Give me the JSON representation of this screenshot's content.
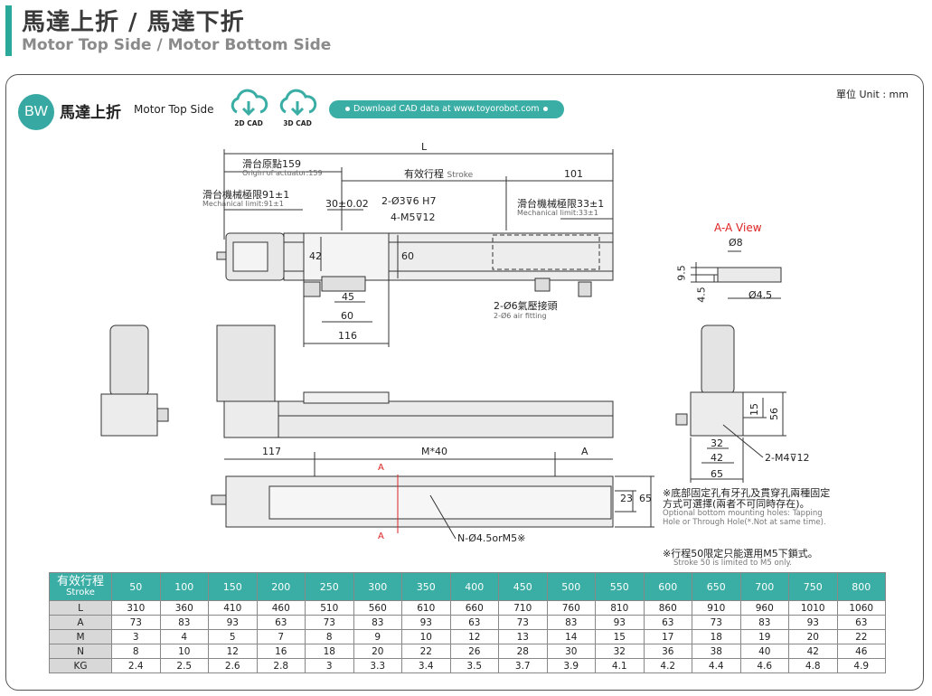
{
  "header": {
    "title_zh": "馬達上折 / 馬達下折",
    "title_en": "Motor Top Side / Motor Bottom Side"
  },
  "panel": {
    "unit": "單位 Unit : mm",
    "badge": "BW",
    "model_zh": "馬達上折",
    "model_en": "Motor Top Side",
    "cad_2d": "2D CAD",
    "cad_3d": "3D CAD",
    "download": "Download CAD data at www.toyorobot.com"
  },
  "dims": {
    "L": "L",
    "origin_zh": "滑台原點159",
    "origin_en": "Origin of actuator:159",
    "stroke_zh": "有效行程",
    "stroke_en": "Stroke",
    "d101": "101",
    "mech_left_zh": "滑台機械極限91±1",
    "mech_left_en": "Mechanical limit:91±1",
    "mech_right_zh": "滑台機械極限33±1",
    "mech_right_en": "Mechanical limit:33±1",
    "d30": "30±0.02",
    "hole1": "2-Ø3⊽6 H7",
    "hole2": "4-M5⊽12",
    "d42": "42",
    "d60v": "60",
    "d45": "45",
    "d60": "60",
    "d116": "116",
    "air_zh": "2-Ø6氣壓接頭",
    "air_en": "2-Ø6 air fitting",
    "d117": "117",
    "m40": "M*40",
    "dA": "A",
    "secA1": "A",
    "secA2": "A",
    "d23": "23",
    "d65v": "65",
    "nhole": "N-Ø4.5orM5※",
    "aa_view": "A-A View",
    "d8": "Ø8",
    "d95": "9.5",
    "d45v": "4.5",
    "d45d": "Ø4.5",
    "d15": "15",
    "d56": "56",
    "d32": "32",
    "d42h": "42",
    "d65": "65",
    "m4": "2-M4⊽12"
  },
  "notes": {
    "n1_zh": "※底部固定孔有牙孔及貫穿孔兩種固定方式可選擇(兩者不可同時存在)。",
    "n1_en": "Optional bottom mounting holes: Tapping Hole or Through Hole(*.Not at same time).",
    "n2_zh": "※行程50限定只能選用M5下鎖式。",
    "n2_en": "Stroke 50 is limited to M5 only."
  },
  "table": {
    "head_zh": "有效行程",
    "head_en": "Stroke",
    "strokes": [
      "50",
      "100",
      "150",
      "200",
      "250",
      "300",
      "350",
      "400",
      "450",
      "500",
      "550",
      "600",
      "650",
      "700",
      "750",
      "800"
    ],
    "rows": [
      {
        "label": "L",
        "values": [
          "310",
          "360",
          "410",
          "460",
          "510",
          "560",
          "610",
          "660",
          "710",
          "760",
          "810",
          "860",
          "910",
          "960",
          "1010",
          "1060"
        ]
      },
      {
        "label": "A",
        "values": [
          "73",
          "83",
          "93",
          "63",
          "73",
          "83",
          "93",
          "63",
          "73",
          "83",
          "93",
          "63",
          "73",
          "83",
          "93",
          "63"
        ]
      },
      {
        "label": "M",
        "values": [
          "3",
          "4",
          "5",
          "7",
          "8",
          "9",
          "10",
          "12",
          "13",
          "14",
          "15",
          "17",
          "18",
          "19",
          "20",
          "22"
        ]
      },
      {
        "label": "N",
        "values": [
          "8",
          "10",
          "12",
          "16",
          "18",
          "20",
          "22",
          "26",
          "28",
          "30",
          "32",
          "36",
          "38",
          "40",
          "42",
          "46"
        ]
      },
      {
        "label": "KG",
        "values": [
          "2.4",
          "2.5",
          "2.6",
          "2.8",
          "3",
          "3.3",
          "3.4",
          "3.5",
          "3.7",
          "3.9",
          "4.1",
          "4.2",
          "4.4",
          "4.6",
          "4.8",
          "4.9"
        ]
      }
    ]
  },
  "colors": {
    "accent": "#3aaea5",
    "red": "#d22222"
  }
}
